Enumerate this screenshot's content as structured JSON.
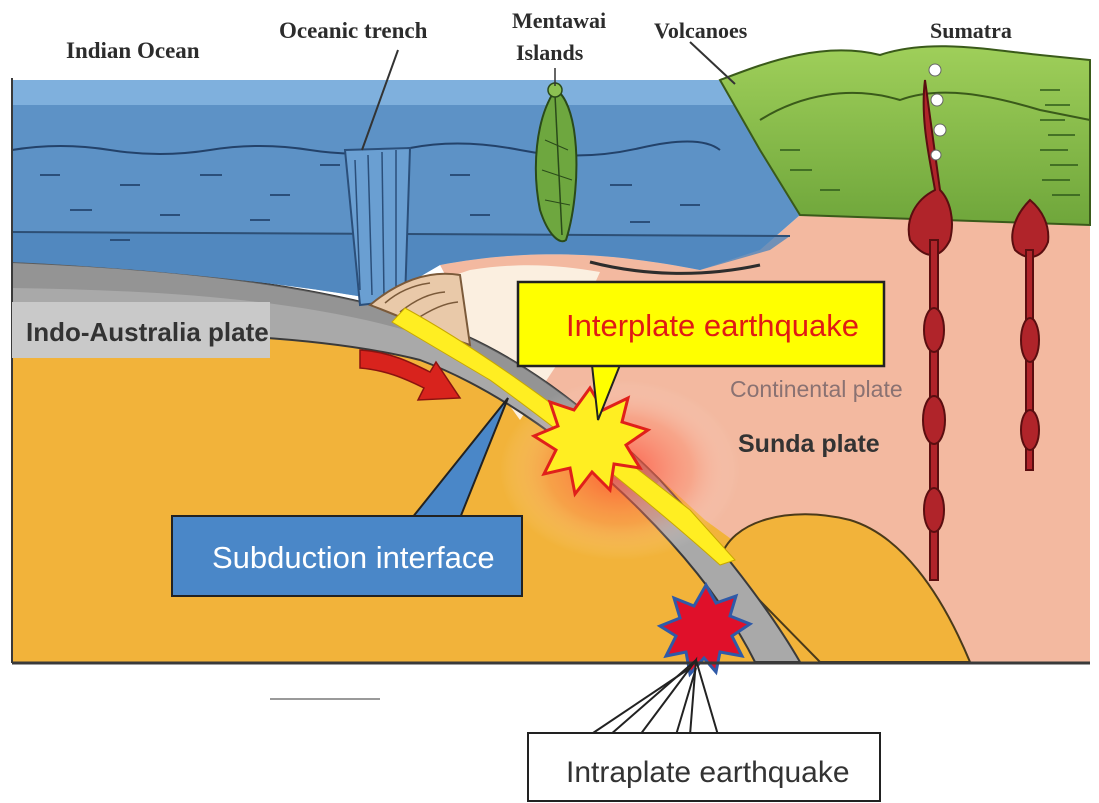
{
  "labels": {
    "indian_ocean": "Indian Ocean",
    "oceanic_trench": "Oceanic trench",
    "mentawai_line1": "Mentawai",
    "mentawai_line2": "Islands",
    "volcanoes": "Volcanoes",
    "sumatra": "Sumatra",
    "indo_australia_plate": "Indo-Australia plate",
    "interplate_earthquake": "Interplate earthquake",
    "continental_plate": "Continental plate",
    "sunda_plate": "Sunda plate",
    "subduction_interface": "Subduction interface",
    "intraplate_earthquake": "Intraplate earthquake"
  },
  "colors": {
    "ocean": "#5d92c6",
    "ocean_light": "#7fb0dd",
    "oceanic_plate": "#9a9a9a",
    "mantle": "#f2b33a",
    "continental_crust": "#f3b9a0",
    "land": "#8cc152",
    "interplate_box": "#ffff00",
    "subduction_box": "#4a87c8",
    "intraplate_dot": "#e0102a",
    "magma": "#b0242a"
  }
}
